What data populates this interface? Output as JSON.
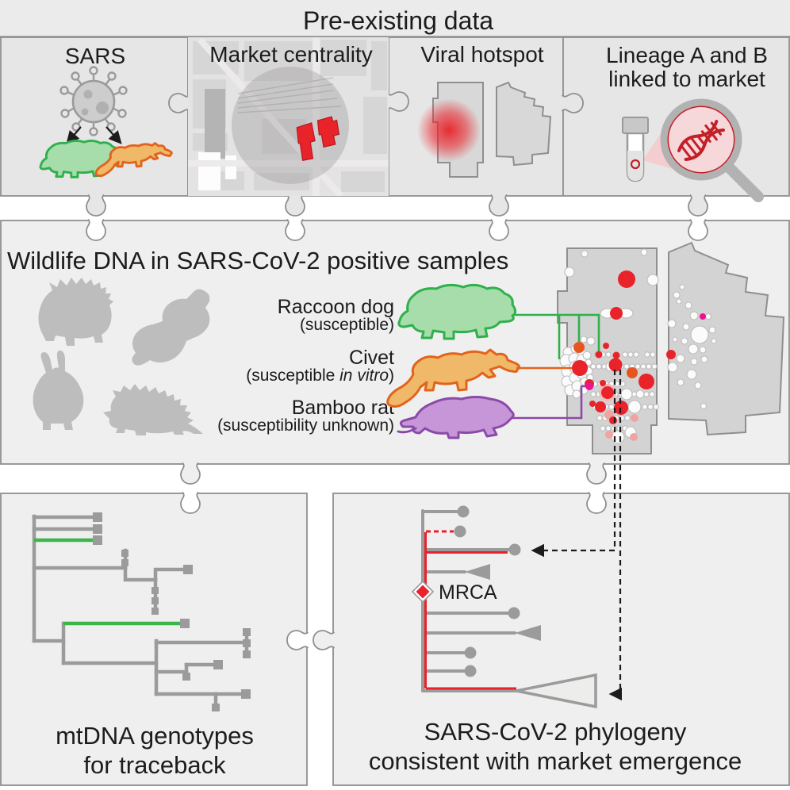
{
  "header": {
    "title": "Pre-existing data"
  },
  "panels": {
    "sars": {
      "title": "SARS"
    },
    "market_centrality": {
      "title": "Market centrality"
    },
    "viral_hotspot": {
      "title": "Viral hotspot"
    },
    "lineage": {
      "title_line1": "Lineage A and B",
      "title_line2": "linked to market"
    }
  },
  "wildlife": {
    "title": "Wildlife DNA in SARS-CoV-2 positive samples",
    "species": [
      {
        "name": "Raccoon dog",
        "status": "(susceptible)",
        "color": "#2fb04c",
        "fill": "#a7dcab"
      },
      {
        "name": "Civet",
        "status_prefix": "(susceptible ",
        "status_italic": "in vitro",
        "status_suffix": ")",
        "color": "#e2641c",
        "fill": "#f0b969"
      },
      {
        "name": "Bamboo rat",
        "status": "(susceptibility unknown)",
        "color": "#8b4aa8",
        "fill": "#c796d8"
      }
    ]
  },
  "mtdna": {
    "caption_line1": "mtDNA genotypes",
    "caption_line2": "for traceback"
  },
  "phylogeny": {
    "mrca_label": "MRCA",
    "caption_line1": "SARS-CoV-2 phylogeny",
    "caption_line2": "consistent with market emergence"
  },
  "palette": {
    "accent_red": "#e8232a",
    "dna_red": "#c21f26",
    "green": "#2fb04c",
    "orange": "#e2641c",
    "purple": "#8b4aa8",
    "magenta": "#ec1390",
    "piece_gray": "#e7e6e6",
    "panel_gray": "#f0efef",
    "map_gray": "#d4d3d3",
    "silhouette_gray": "#bdbdbd"
  }
}
